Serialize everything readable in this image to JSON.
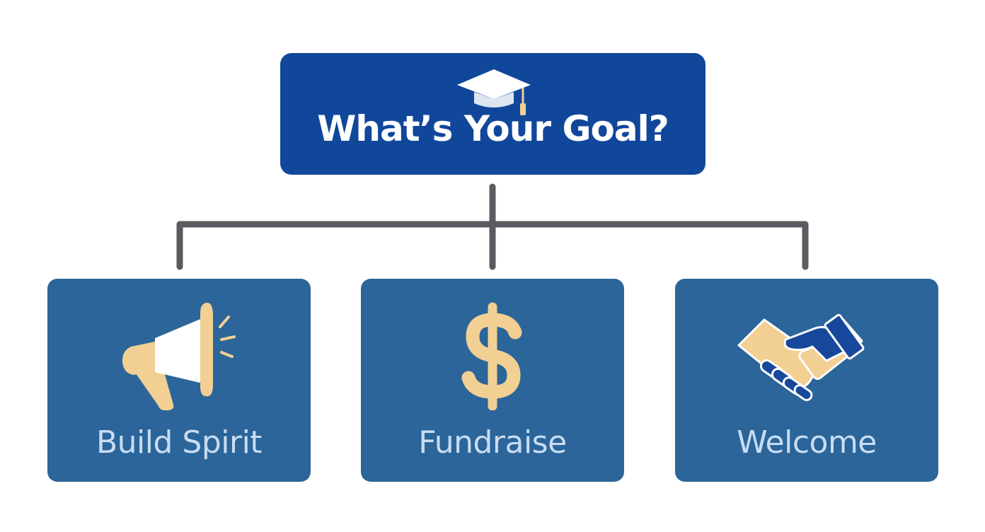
{
  "colors": {
    "root_fill": "#11479B",
    "root_text": "#FFFFFF",
    "card_fill": "#2B6599",
    "card_text": "#C8DCF2",
    "icon_accent": "#F2CF93",
    "icon_white": "#FFFFFF",
    "icon_blue": "#17489B",
    "connector": "#5A5C61",
    "background": "#FFFFFF"
  },
  "root": {
    "title": "What’s Your Goal?",
    "icon": "graduation-cap-icon"
  },
  "goals": [
    {
      "label": "Build Spirit",
      "icon": "megaphone-icon"
    },
    {
      "label": "Fundraise",
      "icon": "dollar-sign-icon"
    },
    {
      "label": "Welcome",
      "icon": "handshake-icon"
    }
  ]
}
